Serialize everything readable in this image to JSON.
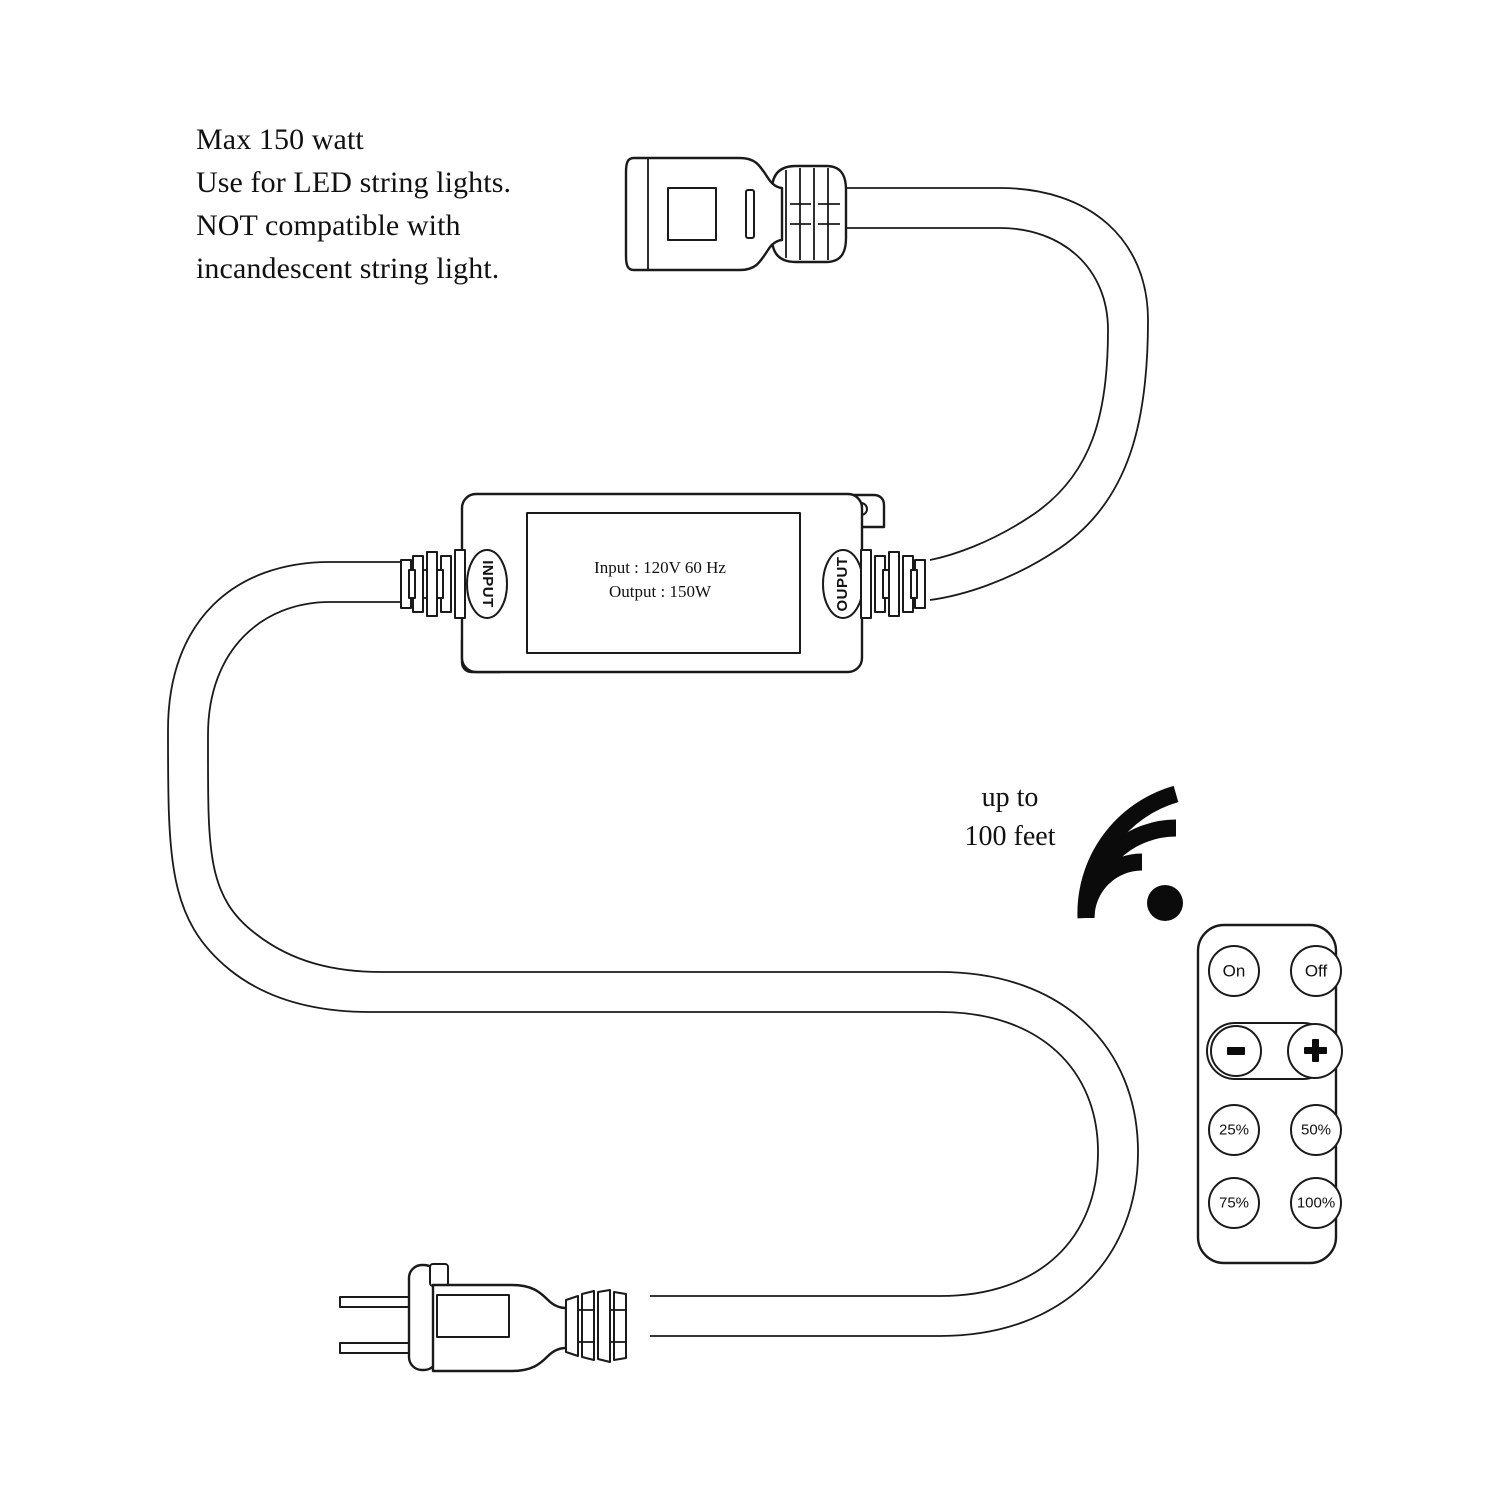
{
  "document": {
    "title": "LED String Light Dimmer Controller Diagram",
    "background_color": "#ffffff",
    "line_color": "#1a1a1a"
  },
  "annotations": {
    "warning_note": {
      "name": "max-wattage-note",
      "line1": "Max 150 watt",
      "line2": "Use for LED string lights.",
      "line3": "NOT compatible with",
      "line4": "incandescent string light.",
      "full_text": "Max 150 watt\nUse for LED string lights.\nNOT compatible with\nincandescent string light."
    },
    "range_note": {
      "name": "wireless-range-note",
      "line1": "up to",
      "line2": "100 feet",
      "full_text": "up to\n100 feet"
    }
  },
  "controller": {
    "name": "controller-box",
    "input_port_label": "INPUT",
    "output_port_label": "OUPUT",
    "spec_line1": "Input : 120V 60 Hz",
    "spec_line2": "Output : 150W",
    "spec_full": "Input : 120V 60 Hz\nOutput : 150W",
    "mounting_tabs": 2
  },
  "socket": {
    "name": "female-receptacle-end",
    "slots": [
      "square-slot",
      "narrow-slot"
    ]
  },
  "plug": {
    "name": "male-two-prong-plug",
    "prongs": 2
  },
  "wireless_icon": {
    "name": "rf-signal-icon",
    "arcs": 3,
    "color": "#0b0b0b"
  },
  "remote": {
    "name": "rf-remote-control",
    "buttons": [
      {
        "id": "on",
        "label": "On",
        "shape": "circle",
        "row": 1,
        "col": 1
      },
      {
        "id": "off",
        "label": "Off",
        "shape": "circle",
        "row": 1,
        "col": 2
      },
      {
        "id": "dim-down",
        "label": "−",
        "shape": "circle",
        "row": 2,
        "col": 1
      },
      {
        "id": "dim-up",
        "label": "+",
        "shape": "circle",
        "row": 2,
        "col": 2
      },
      {
        "id": "preset-25",
        "label": "25%",
        "shape": "circle",
        "row": 3,
        "col": 1
      },
      {
        "id": "preset-50",
        "label": "50%",
        "shape": "circle",
        "row": 3,
        "col": 2
      },
      {
        "id": "preset-75",
        "label": "75%",
        "shape": "circle",
        "row": 4,
        "col": 1
      },
      {
        "id": "preset-100",
        "label": "100%",
        "shape": "circle",
        "row": 4,
        "col": 2
      }
    ]
  }
}
